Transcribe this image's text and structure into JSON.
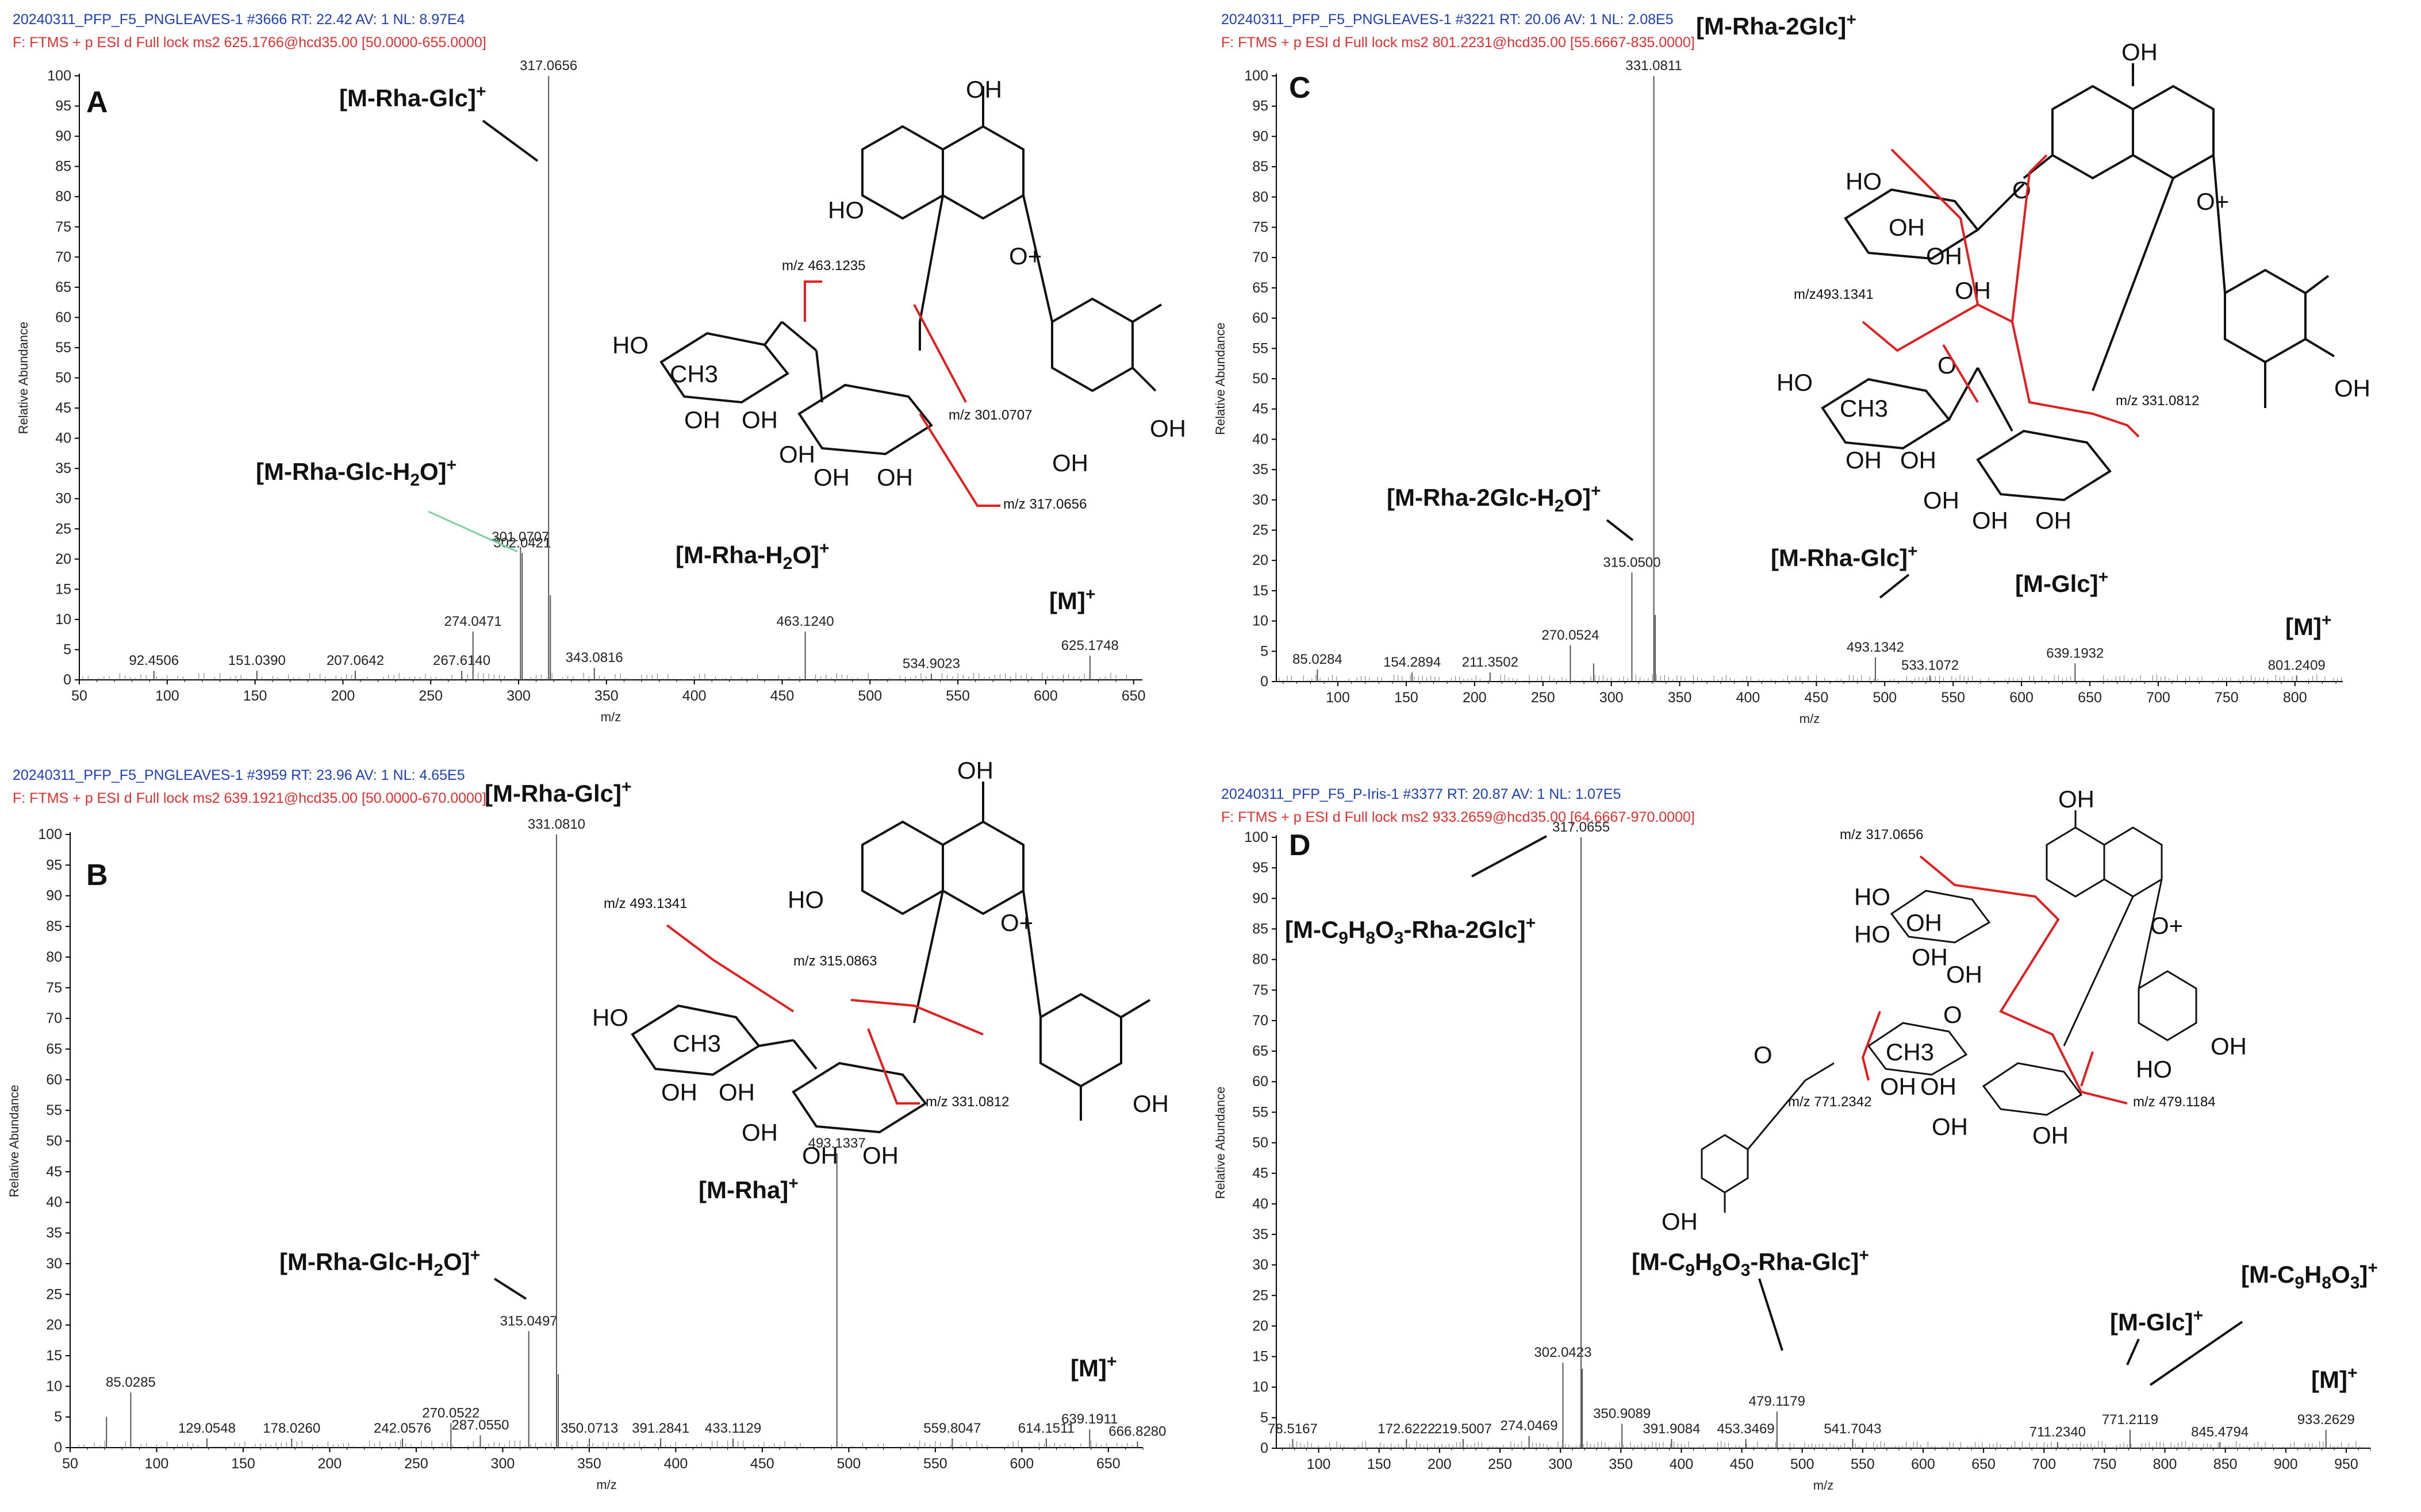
{
  "colors": {
    "header_blue": "#1f3fb5",
    "header_red": "#e03030",
    "fragment_arrow": "#e02020",
    "axis": "#000000",
    "peak": "#555555",
    "annotation_line": "#111111"
  },
  "chart_data": [
    {
      "type": "bar",
      "panel": "A",
      "header_line1": "20240311_PFP_F5_PNGLEAVES-1 #3666  RT: 22.42  AV: 1  NL: 8.97E4",
      "header_line2": "F: FTMS + p ESI d Full lock ms2 625.1766@hcd35.00 [50.0000-655.0000]",
      "xlabel": "m/z",
      "ylabel": "Relative Abundance",
      "xlim": [
        50,
        655
      ],
      "ylim": [
        0,
        100
      ],
      "xticks": [
        50,
        100,
        150,
        200,
        250,
        300,
        350,
        400,
        450,
        500,
        550,
        600,
        650
      ],
      "yticks": [
        0,
        5,
        10,
        15,
        20,
        25,
        30,
        35,
        40,
        45,
        50,
        55,
        60,
        65,
        70,
        75,
        80,
        85,
        90,
        95,
        100
      ],
      "peaks": [
        {
          "mz": 92.4506,
          "intensity": 1.5,
          "label": "92.4506"
        },
        {
          "mz": 151.039,
          "intensity": 1.5,
          "label": "151.0390"
        },
        {
          "mz": 207.0642,
          "intensity": 1.5,
          "label": "207.0642"
        },
        {
          "mz": 267.614,
          "intensity": 1.5,
          "label": "267.6140"
        },
        {
          "mz": 274.0471,
          "intensity": 8,
          "label": "274.0471"
        },
        {
          "mz": 301.0707,
          "intensity": 22,
          "label": "301.0707"
        },
        {
          "mz": 302.0421,
          "intensity": 21,
          "label": "302.0421"
        },
        {
          "mz": 317.0656,
          "intensity": 100,
          "label": "317.0656"
        },
        {
          "mz": 318.07,
          "intensity": 14,
          "label": ""
        },
        {
          "mz": 343.0816,
          "intensity": 2,
          "label": "343.0816"
        },
        {
          "mz": 463.124,
          "intensity": 8,
          "label": "463.1240"
        },
        {
          "mz": 534.9023,
          "intensity": 1,
          "label": "534.9023"
        },
        {
          "mz": 625.1748,
          "intensity": 4,
          "label": "625.1748"
        }
      ],
      "ion_labels": [
        "[M-Rha-Glc]+",
        "[M-Rha-Glc-H2O]+",
        "[M-Rha-H2O]+",
        "[M]+"
      ],
      "structure_texts": [
        "OH",
        "HO",
        "O+",
        "HO",
        "CH3",
        "OH",
        "OH",
        "OH",
        "OH",
        "OH",
        "OH",
        "OH"
      ],
      "fragment_labels": [
        "m/z 463.1235",
        "m/z 301.0707",
        "m/z 317.0656"
      ]
    },
    {
      "type": "bar",
      "panel": "B",
      "header_line1": "20240311_PFP_F5_PNGLEAVES-1 #3959  RT: 23.96  AV: 1  NL: 4.65E5",
      "header_line2": "F: FTMS + p ESI d Full lock ms2 639.1921@hcd35.00 [50.0000-670.0000]",
      "xlabel": "m/z",
      "ylabel": "Relative Abundance",
      "xlim": [
        50,
        670
      ],
      "ylim": [
        0,
        100
      ],
      "xticks": [
        50,
        100,
        150,
        200,
        250,
        300,
        350,
        400,
        450,
        500,
        550,
        600,
        650
      ],
      "yticks": [
        0,
        5,
        10,
        15,
        20,
        25,
        30,
        35,
        40,
        45,
        50,
        55,
        60,
        65,
        70,
        75,
        80,
        85,
        90,
        95,
        100
      ],
      "peaks": [
        {
          "mz": 71.0,
          "intensity": 5,
          "label": ""
        },
        {
          "mz": 85.0285,
          "intensity": 9,
          "label": "85.0285"
        },
        {
          "mz": 129.0548,
          "intensity": 1.5,
          "label": "129.0548"
        },
        {
          "mz": 178.026,
          "intensity": 1.5,
          "label": "178.0260"
        },
        {
          "mz": 242.0576,
          "intensity": 1.5,
          "label": "242.0576"
        },
        {
          "mz": 270.0522,
          "intensity": 4,
          "label": "270.0522"
        },
        {
          "mz": 287.055,
          "intensity": 2,
          "label": "287.0550"
        },
        {
          "mz": 315.0497,
          "intensity": 19,
          "label": "315.0497"
        },
        {
          "mz": 331.081,
          "intensity": 100,
          "label": "331.0810"
        },
        {
          "mz": 332.08,
          "intensity": 12,
          "label": ""
        },
        {
          "mz": 350.0713,
          "intensity": 1.5,
          "label": "350.0713"
        },
        {
          "mz": 391.2841,
          "intensity": 1.5,
          "label": "391.2841"
        },
        {
          "mz": 433.1129,
          "intensity": 1.5,
          "label": "433.1129"
        },
        {
          "mz": 493.1337,
          "intensity": 48,
          "label": "493.1337"
        },
        {
          "mz": 559.8047,
          "intensity": 1.5,
          "label": "559.8047"
        },
        {
          "mz": 614.1511,
          "intensity": 1.5,
          "label": "614.1511"
        },
        {
          "mz": 639.1911,
          "intensity": 3,
          "label": "639.1911"
        },
        {
          "mz": 666.828,
          "intensity": 1,
          "label": "666.8280"
        }
      ],
      "ion_labels": [
        "[M-Rha-Glc]+",
        "[M-Rha-Glc-H2O]+",
        "[M-Rha]+",
        "[M]+"
      ],
      "structure_texts": [
        "OH",
        "HO",
        "O+",
        "HO",
        "CH3",
        "OH",
        "OH",
        "OH",
        "OH",
        "OH",
        "OH"
      ],
      "fragment_labels": [
        "m/z 493.1341",
        "m/z 315.0863",
        "m/z 331.0812"
      ]
    },
    {
      "type": "bar",
      "panel": "C",
      "header_line1": "20240311_PFP_F5_PNGLEAVES-1 #3221  RT: 20.06  AV: 1  NL: 2.08E5",
      "header_line2": "F: FTMS + p ESI d Full lock ms2 801.2231@hcd35.00 [55.6667-835.0000]",
      "xlabel": "m/z",
      "ylabel": "Relative Abundance",
      "xlim": [
        55,
        835
      ],
      "ylim": [
        0,
        100
      ],
      "xticks": [
        100,
        150,
        200,
        250,
        300,
        350,
        400,
        450,
        500,
        550,
        600,
        650,
        700,
        750,
        800
      ],
      "yticks": [
        0,
        5,
        10,
        15,
        20,
        25,
        30,
        35,
        40,
        45,
        50,
        55,
        60,
        65,
        70,
        75,
        80,
        85,
        90,
        95,
        100
      ],
      "peaks": [
        {
          "mz": 85.0284,
          "intensity": 2,
          "label": "85.0284"
        },
        {
          "mz": 154.2894,
          "intensity": 1.5,
          "label": "154.2894"
        },
        {
          "mz": 211.3502,
          "intensity": 1.5,
          "label": "211.3502"
        },
        {
          "mz": 270.0524,
          "intensity": 6,
          "label": "270.0524"
        },
        {
          "mz": 287.05,
          "intensity": 3,
          "label": ""
        },
        {
          "mz": 315.05,
          "intensity": 18,
          "label": "315.0500"
        },
        {
          "mz": 331.0811,
          "intensity": 100,
          "label": "331.0811"
        },
        {
          "mz": 332.08,
          "intensity": 11,
          "label": ""
        },
        {
          "mz": 493.1342,
          "intensity": 4,
          "label": "493.1342"
        },
        {
          "mz": 533.1072,
          "intensity": 1,
          "label": "533.1072"
        },
        {
          "mz": 639.1932,
          "intensity": 3,
          "label": "639.1932"
        },
        {
          "mz": 801.2409,
          "intensity": 1,
          "label": "801.2409"
        }
      ],
      "ion_labels": [
        "[M-Rha-2Glc]+",
        "[M-Rha-2Glc-H2O]+",
        "[M-Rha-Glc]+",
        "[M-Glc]+",
        "[M]+"
      ],
      "structure_texts": [
        "OH",
        "O+",
        "HO",
        "O",
        "OH",
        "OH",
        "OH",
        "O",
        "HO",
        "CH3",
        "OH",
        "OH",
        "OH",
        "OH",
        "OH",
        "OH"
      ],
      "fragment_labels": [
        "m/z493.1341",
        "m/z 331.0812"
      ]
    },
    {
      "type": "bar",
      "panel": "D",
      "header_line1": "20240311_PFP_F5_P-Iris-1 #3377  RT: 20.87  AV: 1  NL: 1.07E5",
      "header_line2": "F: FTMS + p ESI d Full lock ms2 933.2659@hcd35.00 [64.6667-970.0000]",
      "xlabel": "m/z",
      "ylabel": "Relative Abundance",
      "xlim": [
        65,
        970
      ],
      "ylim": [
        0,
        100
      ],
      "xticks": [
        100,
        150,
        200,
        250,
        300,
        350,
        400,
        450,
        500,
        550,
        600,
        650,
        700,
        750,
        800,
        850,
        900,
        950
      ],
      "yticks": [
        0,
        5,
        10,
        15,
        20,
        25,
        30,
        35,
        40,
        45,
        50,
        55,
        60,
        65,
        70,
        75,
        80,
        85,
        90,
        95,
        100
      ],
      "peaks": [
        {
          "mz": 78.5167,
          "intensity": 1.5,
          "label": "78.5167"
        },
        {
          "mz": 172.6222,
          "intensity": 1.5,
          "label": "172.6222"
        },
        {
          "mz": 219.5007,
          "intensity": 1.5,
          "label": "219.5007"
        },
        {
          "mz": 274.0469,
          "intensity": 2,
          "label": "274.0469"
        },
        {
          "mz": 302.0423,
          "intensity": 14,
          "label": "302.0423"
        },
        {
          "mz": 317.0655,
          "intensity": 100,
          "label": "317.0655"
        },
        {
          "mz": 318.07,
          "intensity": 13,
          "label": ""
        },
        {
          "mz": 350.9089,
          "intensity": 4,
          "label": "350.9089"
        },
        {
          "mz": 391.9084,
          "intensity": 1.5,
          "label": "391.9084"
        },
        {
          "mz": 453.3469,
          "intensity": 1.5,
          "label": "453.3469"
        },
        {
          "mz": 479.1179,
          "intensity": 6,
          "label": "479.1179"
        },
        {
          "mz": 541.7043,
          "intensity": 1.5,
          "label": "541.7043"
        },
        {
          "mz": 711.234,
          "intensity": 1,
          "label": "711.2340"
        },
        {
          "mz": 771.2119,
          "intensity": 3,
          "label": "771.2119"
        },
        {
          "mz": 845.4794,
          "intensity": 1,
          "label": "845.4794"
        },
        {
          "mz": 933.2629,
          "intensity": 3,
          "label": "933.2629"
        }
      ],
      "ion_labels": [
        "[M-C9H8O3-Rha-2Glc]+",
        "[M-C9H8O3-Rha-Glc]+",
        "[M-C9H8O3]+",
        "[M-Glc]+",
        "[M]+"
      ],
      "structure_texts": [
        "OH",
        "HO",
        "O+",
        "HO",
        "OH",
        "OH",
        "OH",
        "O",
        "O",
        "CH3",
        "OH",
        "OH",
        "OH",
        "HO",
        "OH",
        "OH",
        "OH"
      ],
      "fragment_labels": [
        "m/z 317.0656",
        "m/z 771.2342",
        "m/z 479.1184"
      ]
    }
  ]
}
